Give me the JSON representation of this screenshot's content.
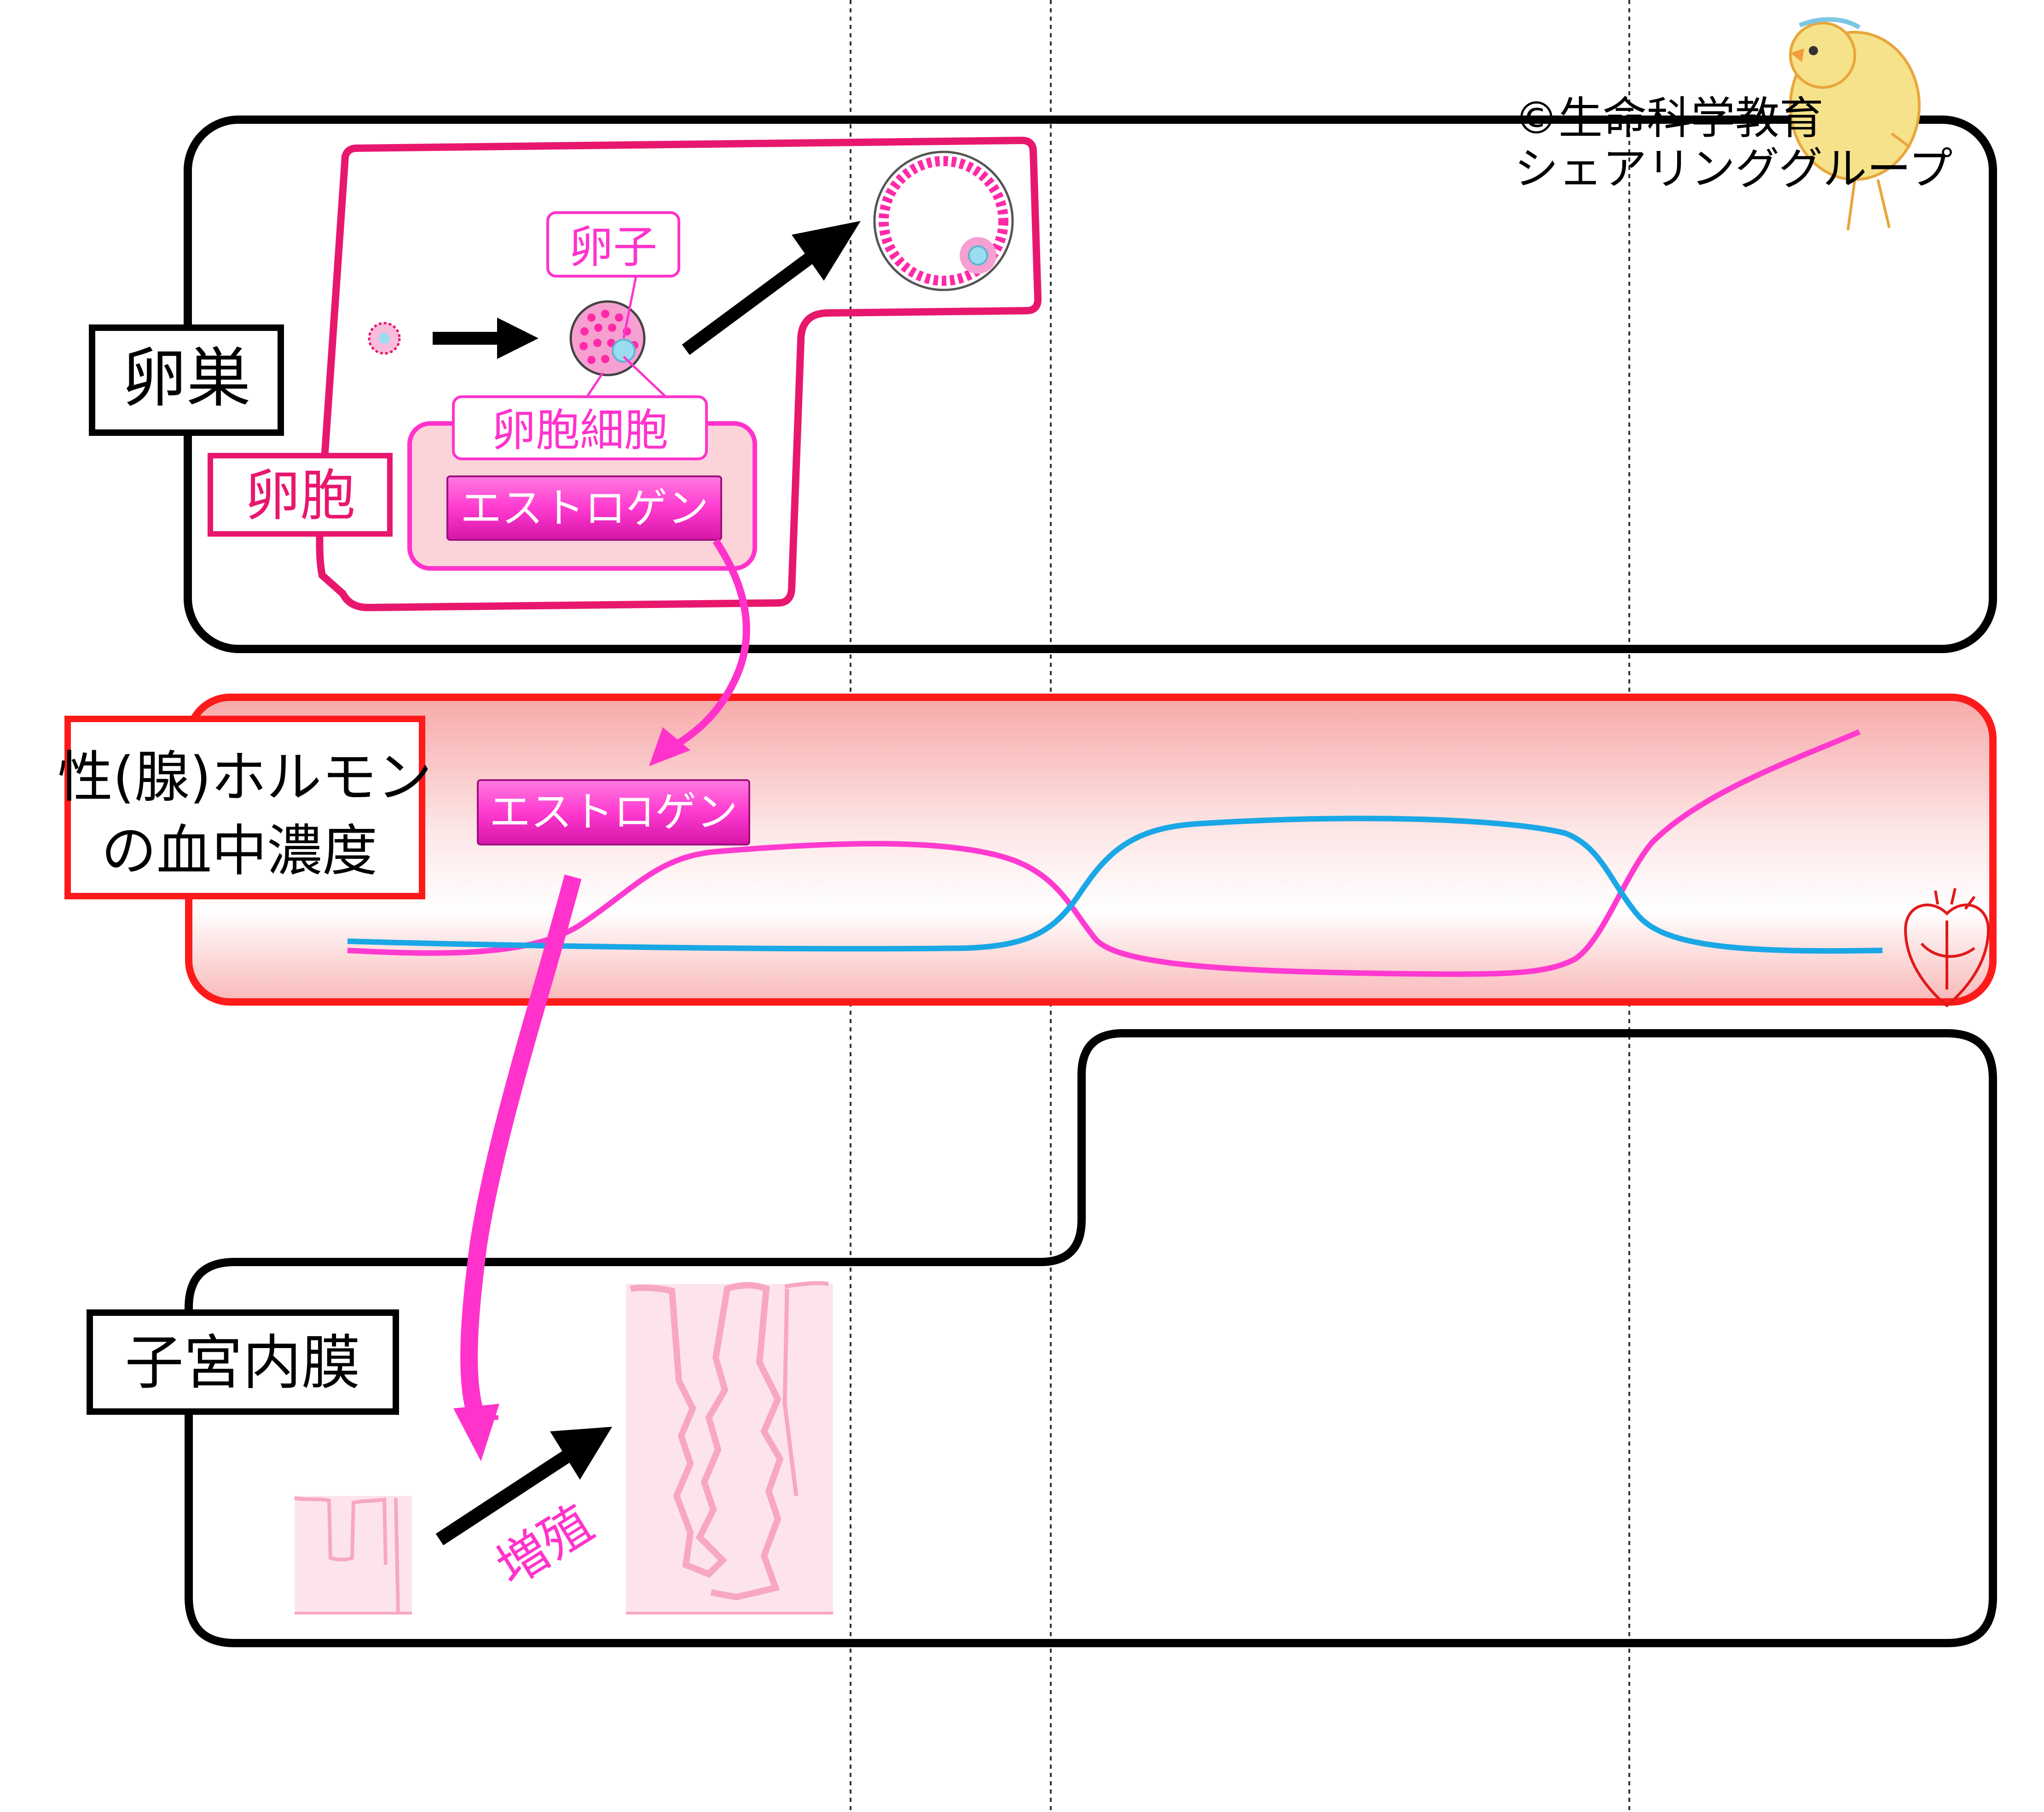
{
  "copyright": {
    "line1": "©生命科学教育",
    "line2": "シェアリンググループ"
  },
  "labels": {
    "ovary": "卵巣",
    "follicle": "卵胞",
    "egg": "卵子",
    "follicle_cell": "卵胞細胞",
    "hormone_level_line1": "性(腺)ホルモン",
    "hormone_level_line2": "の血中濃度",
    "endometrium": "子宮内膜",
    "proliferation": "増殖",
    "plus_sign": "+"
  },
  "hormone_tags": {
    "estrogen_ovary": "エストロゲン",
    "estrogen_blood": "エストロゲン"
  },
  "colors": {
    "outline": "#000000",
    "follicle_pink": "#e8176e",
    "magenta": "#ff33cc",
    "blood_red": "#ff1a1a",
    "blood_fill": "#fbc4c4",
    "estrogen_curve": "#ff3ad0",
    "progesterone_curve": "#1aa7e6",
    "endometrium_tissue": "#f7a8c0",
    "endometrium_fill": "#fde4ec"
  },
  "icons": {
    "heart": "heart-icon",
    "chick": "chick-icon",
    "arrow": "black-arrow-icon"
  }
}
